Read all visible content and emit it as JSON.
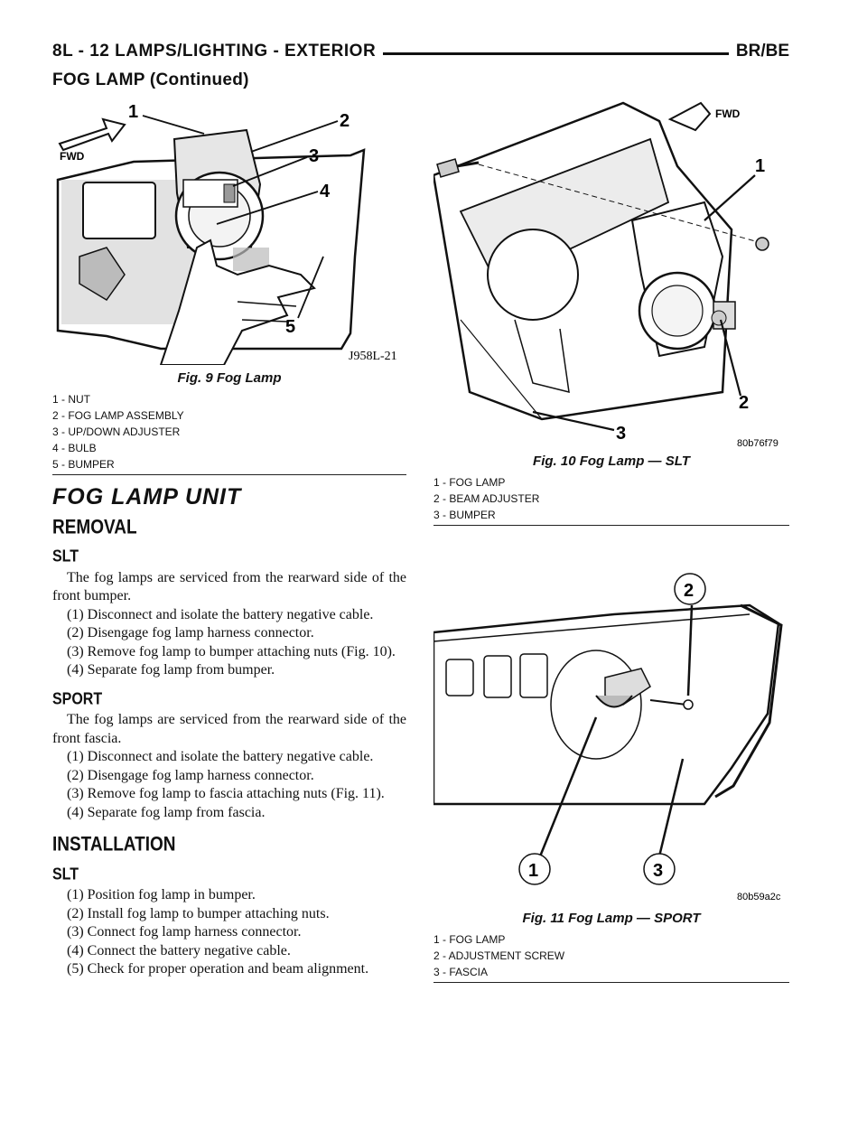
{
  "header": {
    "left": "8L - 12    LAMPS/LIGHTING - EXTERIOR",
    "right": "BR/BE",
    "continued": "FOG LAMP (Continued)"
  },
  "fig9": {
    "caption": "Fig. 9 Fog Lamp",
    "code": "J958L-21",
    "fwd": "FWD",
    "callouts": [
      "1",
      "2",
      "3",
      "4",
      "5"
    ],
    "legend": [
      "1 - NUT",
      "2 - FOG LAMP ASSEMBLY",
      "3 - UP/DOWN ADJUSTER",
      "4 - BULB",
      "5 - BUMPER"
    ]
  },
  "fig10": {
    "caption": "Fig. 10 Fog Lamp — SLT",
    "code": "80b76f79",
    "fwd": "FWD",
    "callouts": [
      "1",
      "2",
      "3"
    ],
    "legend": [
      "1 - FOG LAMP",
      "2 - BEAM ADJUSTER",
      "3 - BUMPER"
    ]
  },
  "fig11": {
    "caption": "Fig. 11 Fog Lamp — SPORT",
    "code": "80b59a2c",
    "callouts": [
      "1",
      "2",
      "3"
    ],
    "legend": [
      "1 - FOG LAMP",
      "2 - ADJUSTMENT SCREW",
      "3 - FASCIA"
    ]
  },
  "text": {
    "title": "FOG LAMP UNIT",
    "removal": "REMOVAL",
    "slt": "SLT",
    "slt_intro": "The fog lamps are serviced from the rearward side of the front bumper.",
    "slt_steps": [
      "(1) Disconnect and isolate the battery negative cable.",
      "(2) Disengage fog lamp harness connector.",
      "(3) Remove fog lamp to bumper attaching nuts (Fig. 10).",
      "(4) Separate fog lamp from bumper."
    ],
    "sport": "SPORT",
    "sport_intro": "The fog lamps are serviced from the rearward side of the front fascia.",
    "sport_steps": [
      "(1) Disconnect and isolate the battery negative cable.",
      "(2) Disengage fog lamp harness connector.",
      "(3) Remove fog lamp to fascia attaching nuts (Fig. 11).",
      "(4) Separate fog lamp from fascia."
    ],
    "installation": "INSTALLATION",
    "inst_slt": "SLT",
    "inst_steps": [
      "(1) Position fog lamp in bumper.",
      "(2) Install fog lamp to bumper attaching nuts.",
      "(3) Connect fog lamp harness connector.",
      "(4) Connect the battery negative cable.",
      "(5) Check for proper operation and beam alignment."
    ]
  }
}
